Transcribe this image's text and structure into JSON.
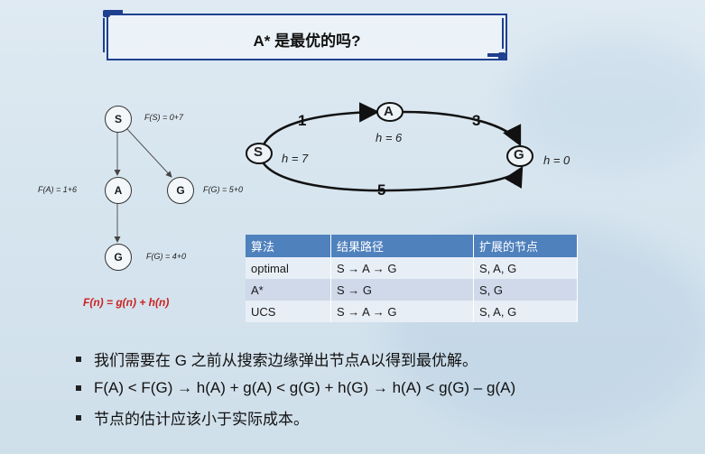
{
  "title": "A* 是最优的吗?",
  "tree": {
    "nodes": [
      "S",
      "A",
      "G",
      "G"
    ],
    "annotations": [
      "F(S) = 0+7",
      "F(A) = 1+6",
      "F(G) = 5+0",
      "F(G) = 4+0"
    ],
    "formula": "F(n) = g(n) + h(n)"
  },
  "graph": {
    "nodes": [
      "S",
      "A",
      "G"
    ],
    "heuristics": [
      "h = 7",
      "h = 6",
      "h = 0"
    ],
    "edges": [
      "1",
      "3",
      "5"
    ]
  },
  "table": {
    "headers": [
      "算法",
      "结果路径",
      "扩展的节点"
    ],
    "rows": [
      [
        "optimal",
        "S → A → G",
        "S, A, G"
      ],
      [
        "A*",
        "S → G",
        "S, G"
      ],
      [
        "UCS",
        "S → A → G",
        "S, A, G"
      ]
    ]
  },
  "bullets": [
    "我们需要在 G 之前从搜索边缘弹出节点A以得到最优解。",
    "F(A) < F(G) → h(A) + g(A) < g(G) + h(G) → h(A) < g(G) – g(A)",
    "节点的估计应该小于实际成本。"
  ],
  "colors": {
    "title_border": "#1f3f8f",
    "table_header": "#4f81bd",
    "formula": "#cc2222"
  }
}
